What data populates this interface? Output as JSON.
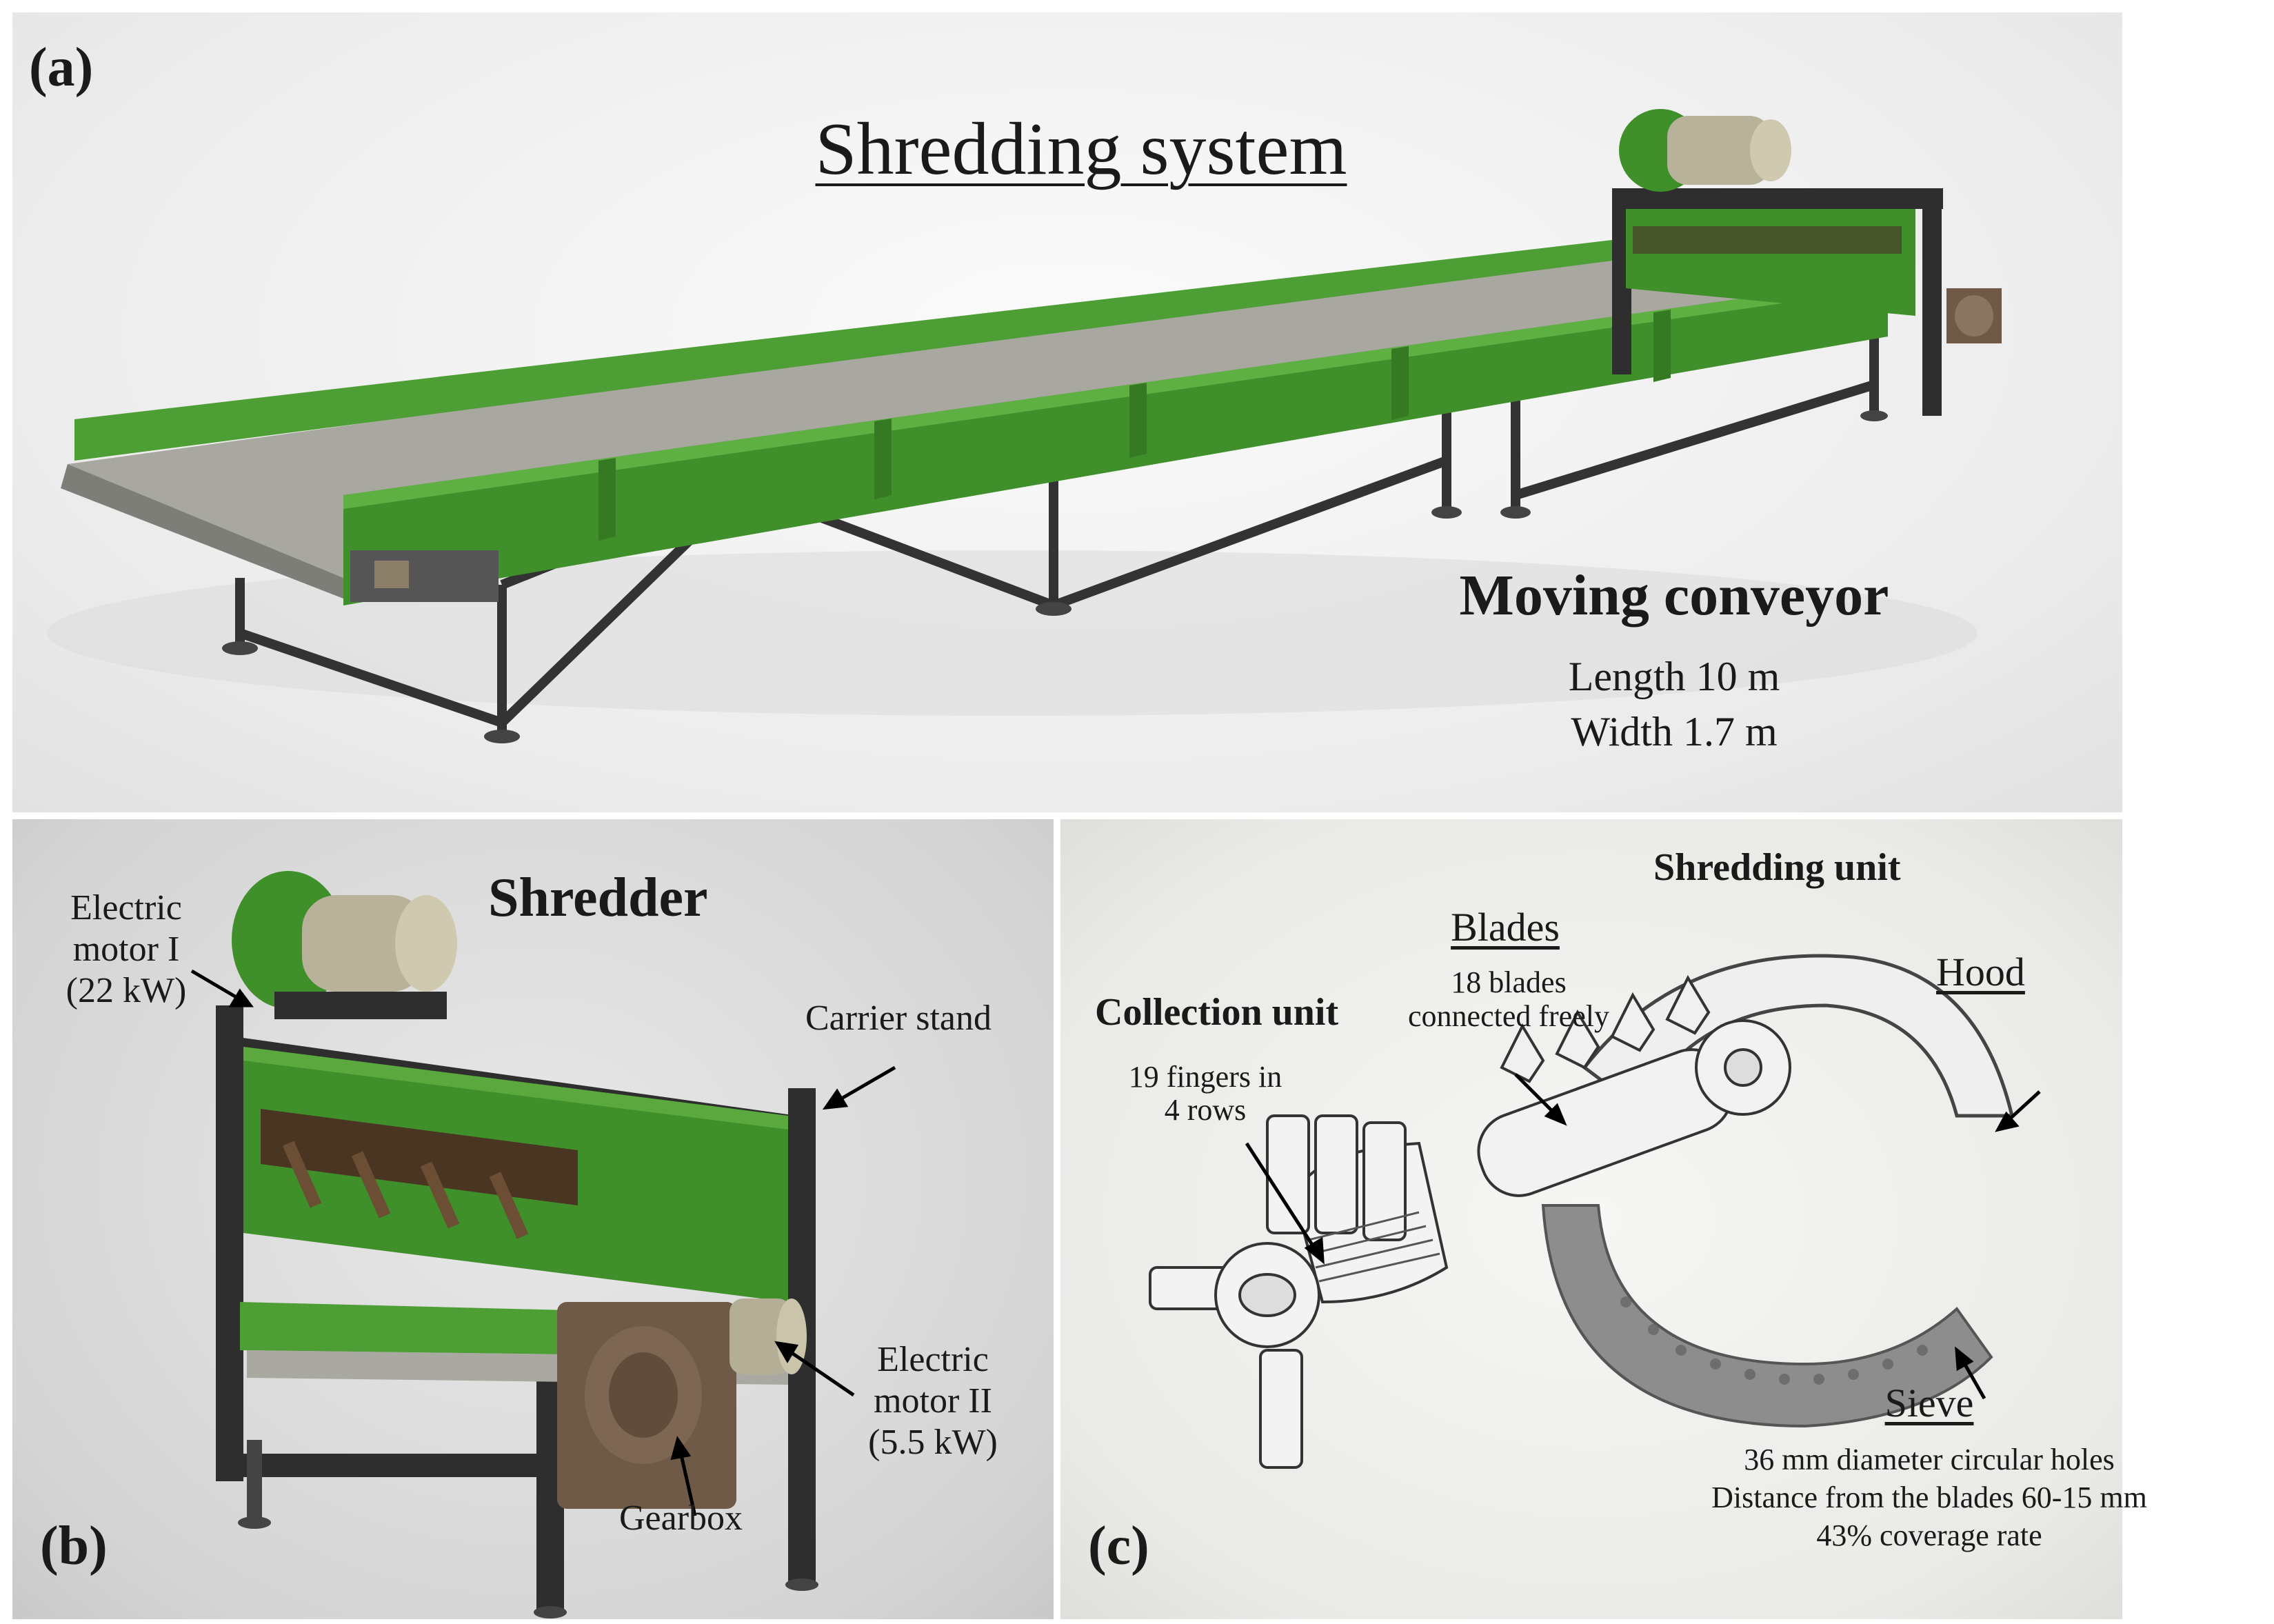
{
  "panel_a": {
    "label": "(a)",
    "title": "Shredding system",
    "conveyor_title": "Moving conveyor",
    "length": "Length 10 m",
    "width": "Width 1.7 m"
  },
  "panel_b": {
    "label": "(b)",
    "title": "Shredder",
    "motor1_line1": "Electric",
    "motor1_line2": "motor I",
    "motor1_line3": "(22 kW)",
    "carrier_stand": "Carrier stand",
    "motor2_line1": "Electric",
    "motor2_line2": "motor II",
    "motor2_line3": "(5.5 kW)",
    "gearbox": "Gearbox"
  },
  "panel_c": {
    "label": "(c)",
    "title": "Shredding unit",
    "blades_title": "Blades",
    "blades_line1": "18 blades",
    "blades_line2": "connected freely",
    "hood": "Hood",
    "collection_title": "Collection unit",
    "fingers_line1": "19 fingers in",
    "fingers_line2": "4 rows",
    "sieve_title": "Sieve",
    "sieve_line1": "36 mm diameter circular holes",
    "sieve_line2": "Distance from the blades 60-15 mm",
    "sieve_line3": "43% coverage rate"
  },
  "colors": {
    "machine_green": "#3f8f2a",
    "frame_dark": "#2e2e2e",
    "belt_grey": "#9a9a92"
  }
}
